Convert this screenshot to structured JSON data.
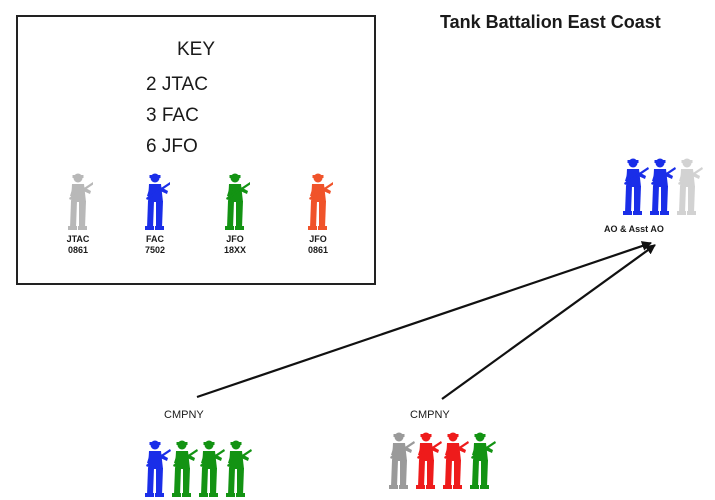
{
  "title": "Tank Battalion East Coast",
  "key": {
    "heading": "KEY",
    "lines": [
      "2 JTAC",
      "3 FAC",
      "6 JFO"
    ],
    "legend": [
      {
        "role": "JTAC",
        "code": "0861",
        "color": "#b8b8b8"
      },
      {
        "role": "FAC",
        "code": "7502",
        "color": "#1a2ee8"
      },
      {
        "role": "JFO",
        "code": "18XX",
        "color": "#139313"
      },
      {
        "role": "JFO",
        "code": "0861",
        "color": "#f0532a"
      }
    ]
  },
  "groups": {
    "ao": {
      "label": "AO & Asst AO",
      "figures": [
        "#1a2ee8",
        "#1a2ee8",
        "#d2d2d2"
      ]
    },
    "company_left": {
      "label": "CMPNY",
      "figures": [
        "#1a2ee8",
        "#139313",
        "#139313",
        "#139313"
      ]
    },
    "company_right": {
      "label": "CMPNY",
      "figures": [
        "#9a9a9a",
        "#ee1b1b",
        "#ee1b1b",
        "#139313"
      ]
    }
  },
  "colors": {
    "arrow": "#111111",
    "border": "#222222"
  }
}
